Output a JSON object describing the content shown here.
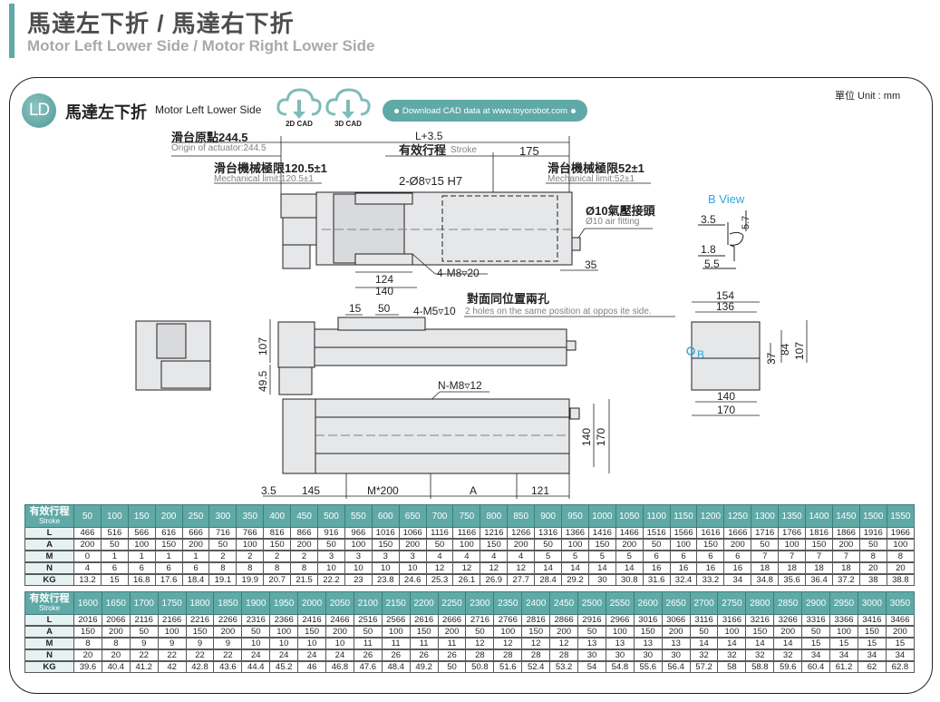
{
  "header": {
    "title": "馬達左下折 / 馬達右下折",
    "subtitle": "Motor Left Lower Side / Motor Right Lower Side"
  },
  "section": {
    "badge": "LD",
    "title": "馬達左下折",
    "title_en": "Motor Left Lower Side",
    "cad_buttons": [
      {
        "label": "2D CAD",
        "icon": "cloud-download-icon"
      },
      {
        "label": "3D CAD",
        "icon": "cloud-download-icon"
      }
    ],
    "download_text": "Download CAD data at www.toyorobot.com",
    "unit": "單位 Unit : mm"
  },
  "colors": {
    "accent": "#5fa9a7",
    "title_grey": "#4d4d4f",
    "subtitle_grey": "#a7a9ac",
    "highlight_blue": "#29a8e0",
    "body_fill": "#e6e7e8"
  },
  "drawing": {
    "origin_zh": "滑台原點244.5",
    "origin_en": "Origin of actuator:244.5",
    "total_length": "L+3.5",
    "stroke_zh": "有效行程",
    "stroke_en": "Stroke",
    "dim_175": "175",
    "mech_limit_left_zh": "滑台機械極限120.5±1",
    "mech_limit_left_en": "Mechanical limit:120.5±1",
    "pin_hole": "2-Ø8▿15 H7",
    "mech_limit_right_zh": "滑台機械極限52±1",
    "mech_limit_right_en": "Mechanical limit:52±1",
    "air_fitting_zh": "Ø10氣壓接頭",
    "air_fitting_en": "Ø10 air fitting",
    "dim_35": "35",
    "tap_m8": "4-M8▿20",
    "dim_124": "124",
    "dim_140_top": "140",
    "opposite_zh": "對面同位置兩孔",
    "dim_15": "15",
    "dim_50": "50",
    "tap_m5": "4-M5▿10",
    "opposite_en": "2 holes on the same position at oppos ite side.",
    "dim_107_left": "107",
    "dim_49_5": "49.5",
    "tap_nm8": "N-M8▿12",
    "dim_3_5_bottom": "3.5",
    "dim_145": "145",
    "dim_m200": "M*200",
    "dim_a": "A",
    "dim_121": "121",
    "dim_140_plan": "140",
    "dim_170_plan": "170",
    "b_view": {
      "title": "B View",
      "dim_3_5": "3.5",
      "dim_5_7": "5.7",
      "dim_1_8": "1.8",
      "dim_5_5": "5.5"
    },
    "end_view": {
      "dim_154": "154",
      "dim_136": "136",
      "dim_37": "37",
      "dim_84": "84",
      "dim_107": "107",
      "dim_140": "140",
      "dim_170": "170",
      "b_marker": "B"
    }
  },
  "tables": {
    "corner_zh": "有效行程",
    "corner_en": "Stroke",
    "row_labels": [
      "L",
      "A",
      "M",
      "N",
      "KG"
    ],
    "table1": {
      "stroke": [
        "50",
        "100",
        "150",
        "200",
        "250",
        "300",
        "350",
        "400",
        "450",
        "500",
        "550",
        "600",
        "650",
        "700",
        "750",
        "800",
        "850",
        "900",
        "950",
        "1000",
        "1050",
        "1100",
        "1150",
        "1200",
        "1250",
        "1300",
        "1350",
        "1400",
        "1450",
        "1500",
        "1550"
      ],
      "L": [
        "466",
        "516",
        "566",
        "616",
        "666",
        "716",
        "766",
        "816",
        "866",
        "916",
        "966",
        "1016",
        "1066",
        "1116",
        "1166",
        "1216",
        "1266",
        "1316",
        "1366",
        "1416",
        "1466",
        "1516",
        "1566",
        "1616",
        "1666",
        "1716",
        "1766",
        "1816",
        "1866",
        "1916",
        "1966"
      ],
      "A": [
        "200",
        "50",
        "100",
        "150",
        "200",
        "50",
        "100",
        "150",
        "200",
        "50",
        "100",
        "150",
        "200",
        "50",
        "100",
        "150",
        "200",
        "50",
        "100",
        "150",
        "200",
        "50",
        "100",
        "150",
        "200",
        "50",
        "100",
        "150",
        "200",
        "50",
        "100"
      ],
      "M": [
        "0",
        "1",
        "1",
        "1",
        "1",
        "2",
        "2",
        "2",
        "2",
        "3",
        "3",
        "3",
        "3",
        "4",
        "4",
        "4",
        "4",
        "5",
        "5",
        "5",
        "5",
        "6",
        "6",
        "6",
        "6",
        "7",
        "7",
        "7",
        "7",
        "8",
        "8"
      ],
      "N": [
        "4",
        "6",
        "6",
        "6",
        "6",
        "8",
        "8",
        "8",
        "8",
        "10",
        "10",
        "10",
        "10",
        "12",
        "12",
        "12",
        "12",
        "14",
        "14",
        "14",
        "14",
        "16",
        "16",
        "16",
        "16",
        "18",
        "18",
        "18",
        "18",
        "20",
        "20"
      ],
      "KG": [
        "13.2",
        "15",
        "16.8",
        "17.6",
        "18.4",
        "19.1",
        "19.9",
        "20.7",
        "21.5",
        "22.2",
        "23",
        "23.8",
        "24.6",
        "25.3",
        "26.1",
        "26.9",
        "27.7",
        "28.4",
        "29.2",
        "30",
        "30.8",
        "31.6",
        "32.4",
        "33.2",
        "34",
        "34.8",
        "35.6",
        "36.4",
        "37.2",
        "38",
        "38.8"
      ]
    },
    "table2": {
      "stroke": [
        "1600",
        "1650",
        "1700",
        "1750",
        "1800",
        "1850",
        "1900",
        "1950",
        "2000",
        "2050",
        "2100",
        "2150",
        "2200",
        "2250",
        "2300",
        "2350",
        "2400",
        "2450",
        "2500",
        "2550",
        "2600",
        "2650",
        "2700",
        "2750",
        "2800",
        "2850",
        "2900",
        "2950",
        "3000",
        "3050"
      ],
      "L": [
        "2016",
        "2066",
        "2116",
        "2166",
        "2216",
        "2266",
        "2316",
        "2366",
        "2416",
        "2466",
        "2516",
        "2566",
        "2616",
        "2666",
        "2716",
        "2766",
        "2816",
        "2866",
        "2916",
        "2966",
        "3016",
        "3066",
        "3116",
        "3166",
        "3216",
        "3266",
        "3316",
        "3366",
        "3416",
        "3466"
      ],
      "A": [
        "150",
        "200",
        "50",
        "100",
        "150",
        "200",
        "50",
        "100",
        "150",
        "200",
        "50",
        "100",
        "150",
        "200",
        "50",
        "100",
        "150",
        "200",
        "50",
        "100",
        "150",
        "200",
        "50",
        "100",
        "150",
        "200",
        "50",
        "100",
        "150",
        "200"
      ],
      "M": [
        "8",
        "8",
        "9",
        "9",
        "9",
        "9",
        "10",
        "10",
        "10",
        "10",
        "11",
        "11",
        "11",
        "11",
        "12",
        "12",
        "12",
        "12",
        "13",
        "13",
        "13",
        "13",
        "14",
        "14",
        "14",
        "14",
        "15",
        "15",
        "15",
        "15"
      ],
      "N": [
        "20",
        "20",
        "22",
        "22",
        "22",
        "22",
        "24",
        "24",
        "24",
        "24",
        "26",
        "26",
        "26",
        "26",
        "28",
        "28",
        "28",
        "28",
        "30",
        "30",
        "30",
        "30",
        "32",
        "32",
        "32",
        "32",
        "34",
        "34",
        "34",
        "34"
      ],
      "KG": [
        "39.6",
        "40.4",
        "41.2",
        "42",
        "42.8",
        "43.6",
        "44.4",
        "45.2",
        "46",
        "46.8",
        "47.6",
        "48.4",
        "49.2",
        "50",
        "50.8",
        "51.6",
        "52.4",
        "53.2",
        "54",
        "54.8",
        "55.6",
        "56.4",
        "57.2",
        "58",
        "58.8",
        "59.6",
        "60.4",
        "61.2",
        "62",
        "62.8"
      ]
    }
  }
}
